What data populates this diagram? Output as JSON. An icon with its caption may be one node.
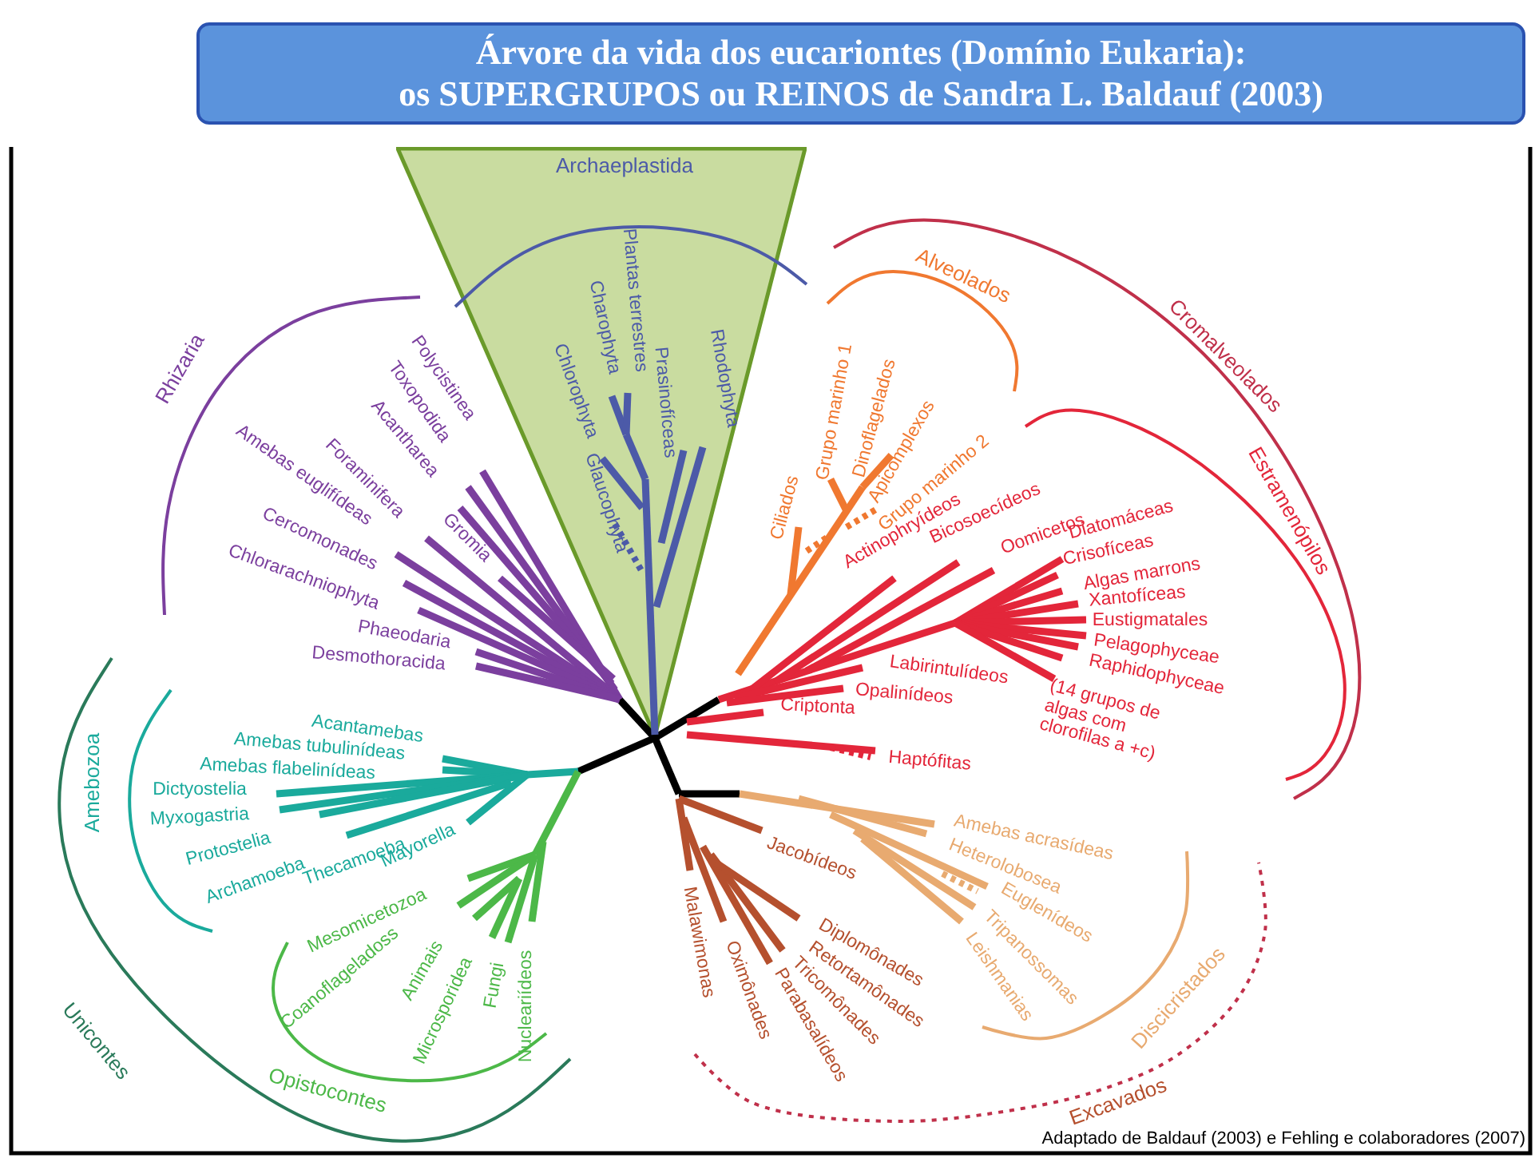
{
  "diagram": {
    "nodes": [
      {
        "text": [
          "Árvore da vida dos eucariontes (Domínio Eukaria):",
          "os SUPERGRUPOS ou REINOS de Sandra L. Baldauf (2003)"
        ]
      },
      {
        "text": [
          "Archaeplastida"
        ]
      }
    ],
    "labels": [
      "Plantas terrestres",
      "Charophyta",
      "Chlorophyta",
      "Prasinofíceas",
      "Rhodophyta",
      "Glaucophyta",
      "Rhizaria",
      "Polycistinea",
      "Toxopodida",
      "Acantharea",
      "Foraminifera",
      "Amebas euglifídeas",
      "Cercomonades",
      "Gromia",
      "Chlorarachniophyta",
      "Phaeodaria",
      "Desmothoracida",
      "Alveolados",
      "Cromalveolados",
      "Estramenópilos",
      "Ciliados",
      "Grupo marinho 1",
      "Dinoflagelados",
      "Apicomplexos",
      "Grupo marinho 2",
      "Actinophryídeos",
      "Bicosoecídeos",
      "Oomicetos",
      "Diatomáceas",
      "Crisofíceas",
      "Algas marrons",
      "Xantofíceas",
      "Eustigmatales",
      "Pelagophyceae",
      "Raphidophyceae",
      "(14 grupos de algas com clorofilas a +c)",
      "Labirintulídeos",
      "Opalinídeos",
      "Criptonta",
      "Haptófitas",
      "Amebozoa",
      "Acantamebas",
      "Amebas tubulinídeas",
      "Amebas flabelinídeas",
      "Dictyostelia",
      "Myxogastria",
      "Protostelia",
      "Archamoeba",
      "Thecamoeba",
      "Mayorella",
      "Mesomicetozoa",
      "Coanoflageladoss",
      "Animais",
      "Microsporidea",
      "Fungi",
      "Nucleariídeos",
      "Unicontes",
      "Opistocontes",
      "Jacobídeos",
      "Malawimonas",
      "Oximônades",
      "Parabasalídeos",
      "Tricomônades",
      "Retortamônades",
      "Diplomônades",
      "Amebas acrasídeas",
      "Heterolobosea",
      "Euglenídeos",
      "Tripanossomas",
      "Leishmanias",
      "Discicristados",
      "Excavados"
    ],
    "caption": "Adaptado de Baldauf (2003) e Fehling e colaboradores (2007)"
  }
}
